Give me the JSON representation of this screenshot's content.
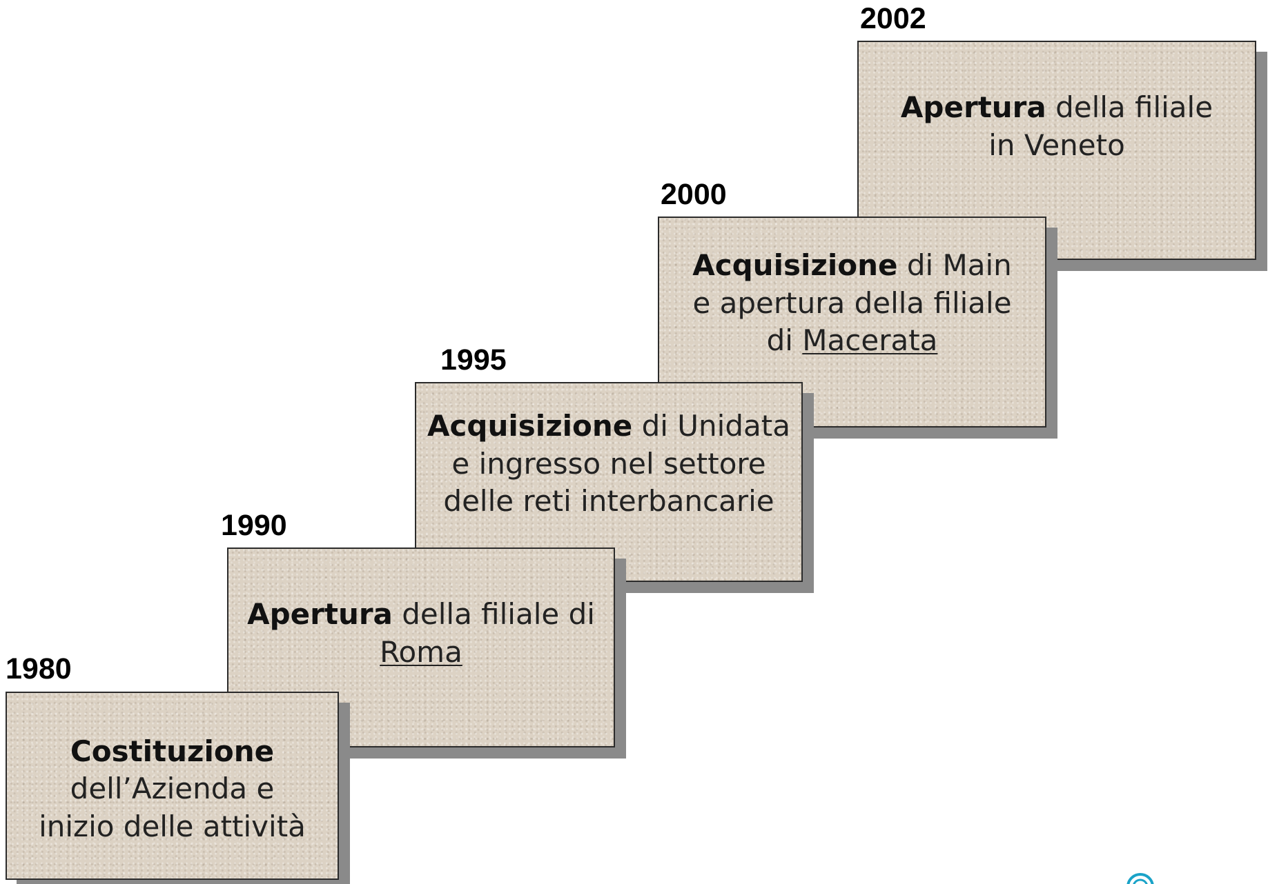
{
  "milestones": [
    {
      "year": "1980",
      "bold": "Costituzione",
      "line1_rest": "",
      "line2": "dell’Azienda e",
      "line3": "inizio delle attività",
      "underlined": ""
    },
    {
      "year": "1990",
      "bold": "Apertura",
      "line1_rest": " della filiale di",
      "line2_underlined": "Roma"
    },
    {
      "year": "1995",
      "bold": "Acquisizione",
      "line1_rest": " di Unidata",
      "line2": "e ingresso nel settore",
      "line3": "delle reti interbancarie"
    },
    {
      "year": "2000",
      "bold": "Acquisizione",
      "line1_rest": " di Main",
      "line2": "e apertura della filiale",
      "line3_prefix": "di ",
      "line3_underlined": "Macerata"
    },
    {
      "year": "2002",
      "bold": "Apertura",
      "line1_rest": " della filiale",
      "line2": "in Veneto"
    }
  ],
  "logo": {
    "icon": "spiral-logo-icon",
    "color": "#1aa3c8"
  }
}
